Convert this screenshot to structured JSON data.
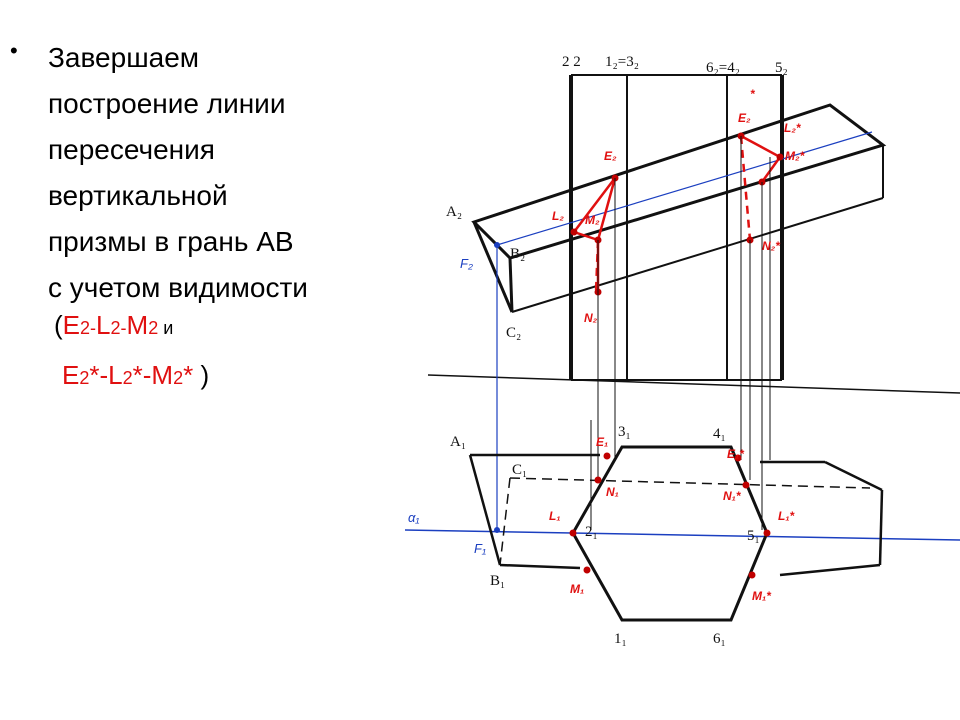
{
  "text": {
    "bullet": "•",
    "lines": [
      "Завершаем",
      "построение линии",
      "пересечения",
      "вертикальной",
      "призмы в грань АВ",
      "с учетом видимости"
    ],
    "formula1": {
      "open": "(",
      "e": "E",
      "e_sub": "2",
      "d1": "-",
      "l": "L",
      "l_sub": "2",
      "d2": "-",
      "m": "M",
      "m_sub": "2",
      "and": " и"
    },
    "formula2": {
      "e": "E",
      "e_sub": "2",
      "e_star": "*-",
      "l": "L",
      "l_sub": "2",
      "l_star": "*-",
      "m": "M",
      "m_sub": "2",
      "m_star": "*",
      "close": " )"
    }
  },
  "diagram": {
    "front_labels": {
      "p2": "2 2",
      "p13": "1₂=3₂",
      "p64": "6₂=4₂",
      "p5": "5₂",
      "a2": "A₂",
      "b2": "B₂",
      "c2": "C₂"
    },
    "top_labels": {
      "a1": "A₁",
      "c1": "C₁",
      "b1": "B₁",
      "p3": "3₁",
      "p4": "4₁",
      "p2": "2₁",
      "p5": "5₁",
      "p1": "1₁",
      "p6": "6₁"
    },
    "red_labels": {
      "e2": "E₂",
      "l2": "L₂",
      "m2": "M₂",
      "n2": "N₂",
      "e2s": "E₂",
      "l2s": "L₂*",
      "m2s": "M₂*",
      "n2s": "N₂*",
      "star": "*",
      "e1": "E₁",
      "n1": "N₁",
      "l1": "L₁",
      "m1": "M₁",
      "e1s": "E₁*",
      "n1s": "N₁*",
      "l1s": "L₁*",
      "m1s": "M₁*"
    },
    "blue_labels": {
      "f2": "F₂",
      "f1": "F₁",
      "alpha": "α₁"
    },
    "colors": {
      "ink": "#111111",
      "red": "#e01010",
      "blue": "#1b3fc0"
    }
  }
}
